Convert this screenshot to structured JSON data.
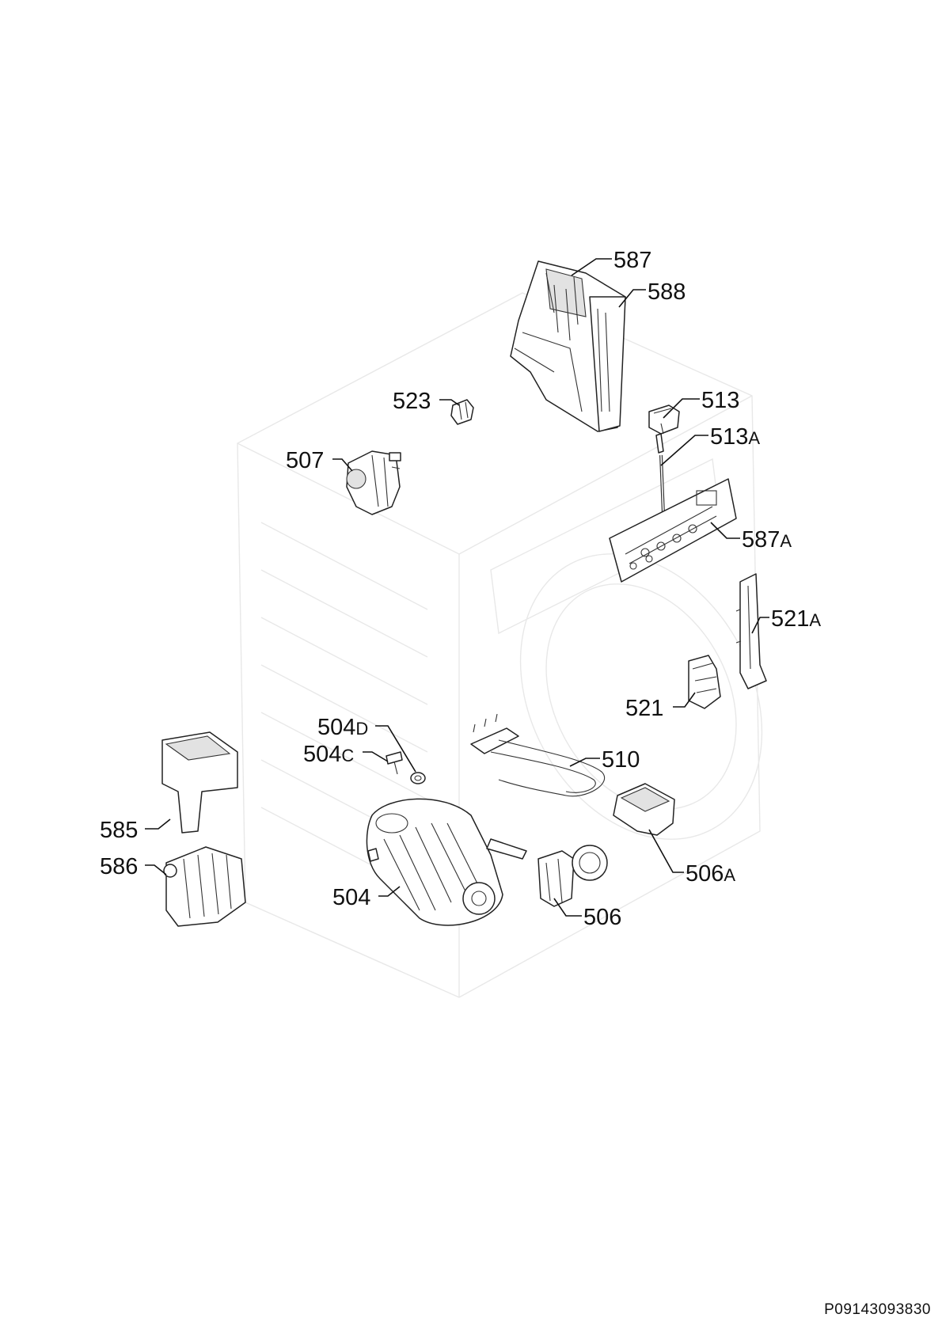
{
  "document_id": "P09143093830",
  "callouts": {
    "p587": "587",
    "p588": "588",
    "p513": "513",
    "p513A": {
      "num": "513",
      "suffix": "A"
    },
    "p523": "523",
    "p507": "507",
    "p587A": {
      "num": "587",
      "suffix": "A"
    },
    "p521A": {
      "num": "521",
      "suffix": "A"
    },
    "p521": "521",
    "p504D": {
      "num": "504",
      "suffix": "D"
    },
    "p504C": {
      "num": "504",
      "suffix": "C"
    },
    "p510": "510",
    "p585": "585",
    "p586": "586",
    "p504": "504",
    "p506": "506",
    "p506A": {
      "num": "506",
      "suffix": "A"
    }
  }
}
